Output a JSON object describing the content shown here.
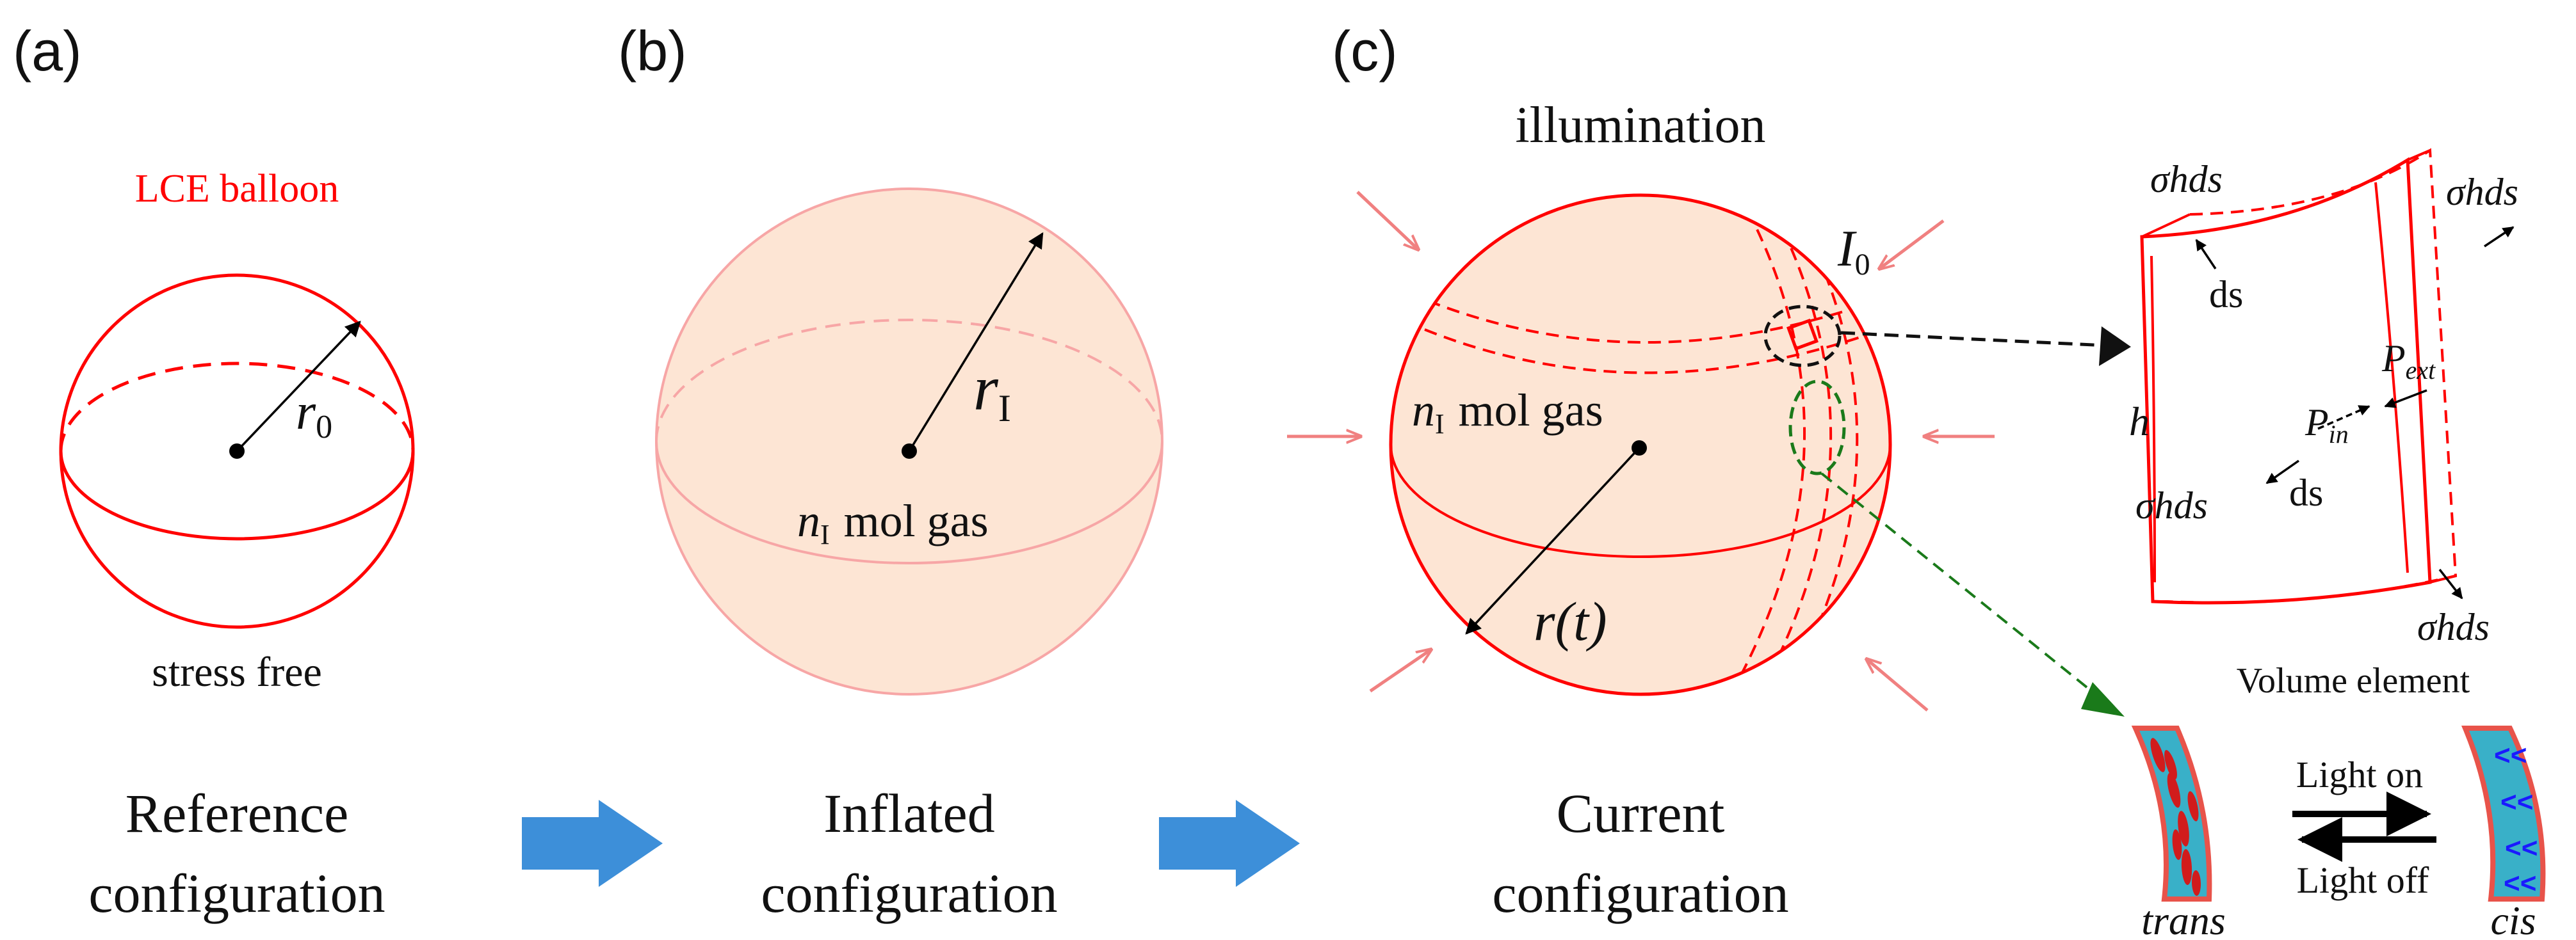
{
  "panels": {
    "a": {
      "label": "(a)",
      "balloon_label": "LCE balloon",
      "radius_symbol": "r",
      "radius_subscript": "0",
      "state": "stress free",
      "caption_line1": "Reference",
      "caption_line2": "configuration"
    },
    "b": {
      "label": "(b)",
      "radius_symbol": "r",
      "radius_subscript": "I",
      "gas_symbol": "n",
      "gas_subscript": "I",
      "gas_text": "mol gas",
      "caption_line1": "Inflated",
      "caption_line2": "configuration"
    },
    "c": {
      "label": "(c)",
      "illumination": "illumination",
      "intensity_symbol": "I",
      "intensity_subscript": "0",
      "gas_symbol": "n",
      "gas_subscript": "I",
      "gas_text": "mol gas",
      "radius_text": "r(t)",
      "caption_line1": "Current",
      "caption_line2": "configuration"
    },
    "volume_element": {
      "caption": "Volume element",
      "stress_label": "σhds",
      "ds_label": "ds",
      "thickness": "h",
      "p_ext_symbol": "P",
      "p_ext_subscript": "ext",
      "p_in_symbol": "P",
      "p_in_subscript": "in"
    },
    "isomer": {
      "light_on": "Light on",
      "light_off": "Light off",
      "trans": "trans",
      "cis": "cis"
    }
  },
  "colors": {
    "red": "#ff0000",
    "fill": "#fde5d4",
    "pink_arrow": "#f08080",
    "blue_arrow": "#3d8fd9",
    "teal": "#39b0c8",
    "green_dash": "#1a7a1a",
    "blue_glyph": "#1a1aff"
  }
}
